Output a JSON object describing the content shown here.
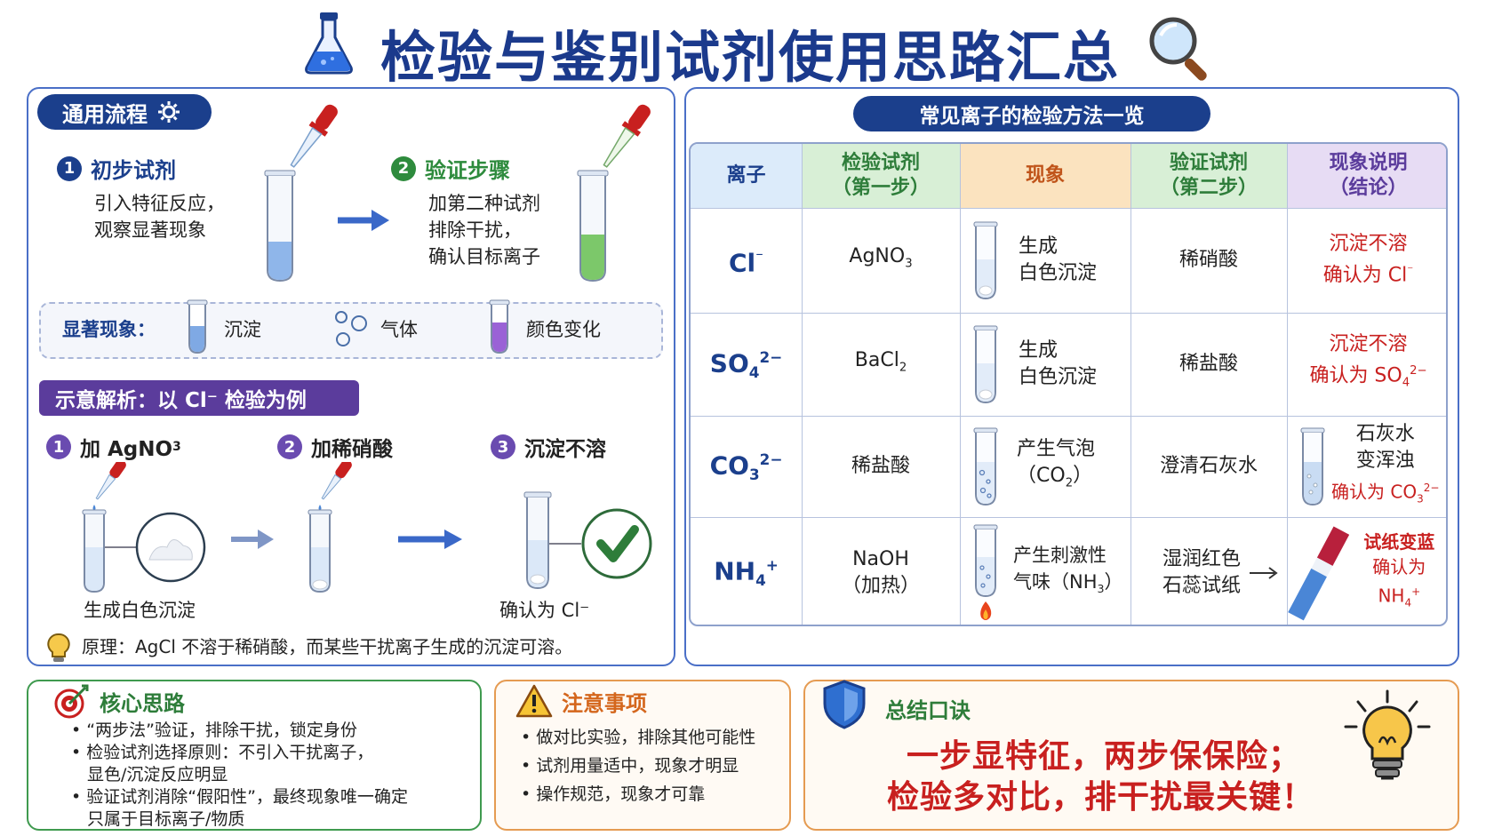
{
  "title": "检验与鉴别试剂使用思路汇总",
  "icons": {
    "flask": "flask-icon",
    "magnifier": "magnifier-icon",
    "gear": "gear-icon",
    "dropper": "dropper-icon",
    "test_tube": "test-tube-icon",
    "arrow": "arrow-right-icon",
    "bubbles": "bubbles-icon",
    "check": "check-circle-icon",
    "lightbulb": "lightbulb-icon",
    "target": "target-icon",
    "warning": "warning-icon",
    "shield": "shield-icon",
    "flame": "flame-icon",
    "litmus": "litmus-paper-icon"
  },
  "colors": {
    "primary": "#1b3f8c",
    "green": "#2e8b3d",
    "purple": "#5b3c9c",
    "red": "#c8201f",
    "orange": "#e59b52"
  },
  "general_flow": {
    "label": "通用流程",
    "step1": {
      "num": "1",
      "title": "初步试剂",
      "lines": [
        "引入特征反应，",
        "观察显著现象"
      ]
    },
    "step2": {
      "num": "2",
      "title": "验证步骤",
      "lines": [
        "加第二种试剂",
        "排除干扰，",
        "确认目标离子"
      ]
    },
    "phenomena": {
      "label": "显著现象：",
      "items": [
        "沉淀",
        "气体",
        "颜色变化"
      ]
    }
  },
  "example": {
    "label": "示意解析：以 Cl⁻ 检验为例",
    "step1": {
      "num": "1",
      "prefix": "加 AgNO",
      "sub": "3"
    },
    "step2": {
      "num": "2",
      "text": "加稀硝酸"
    },
    "step3": {
      "num": "3",
      "text": "沉淀不溶"
    },
    "caption1": "生成白色沉淀",
    "caption2": "确认为 Cl⁻",
    "principle": "原理：AgCl 不溶于稀硝酸，而某些干扰离子生成的沉淀可溶。"
  },
  "table": {
    "title": "常见离子的检验方法一览",
    "headers": [
      {
        "line1": "离子",
        "line2": ""
      },
      {
        "line1": "检验试剂",
        "line2": "（第一步）"
      },
      {
        "line1": "现象",
        "line2": ""
      },
      {
        "line1": "验证试剂",
        "line2": "（第二步）"
      },
      {
        "line1": "现象说明",
        "line2": "（结论）"
      }
    ],
    "rows": [
      {
        "ion": {
          "base": "Cl",
          "sup": "⁻",
          "sub": ""
        },
        "reagent1": {
          "l1_base": "AgNO",
          "l1_sub": "3",
          "l2": ""
        },
        "phenomenon": {
          "l1": "生成",
          "l2_base": "白色沉淀",
          "l2_sub": "",
          "l2_tail": ""
        },
        "reagent2": {
          "l1": "稀硝酸",
          "l2": ""
        },
        "conclusion": {
          "pre": "",
          "l1": "沉淀不溶",
          "l2_base": "确认为 Cl",
          "l2_sub": "",
          "l2_sup": "⁻"
        }
      },
      {
        "ion": {
          "base": "SO",
          "sub": "4",
          "sup": "2−"
        },
        "reagent1": {
          "l1_base": "BaCl",
          "l1_sub": "2",
          "l2": ""
        },
        "phenomenon": {
          "l1": "生成",
          "l2_base": "白色沉淀",
          "l2_sub": "",
          "l2_tail": ""
        },
        "reagent2": {
          "l1": "稀盐酸",
          "l2": ""
        },
        "conclusion": {
          "pre": "",
          "l1": "沉淀不溶",
          "l2_base": "确认为 SO",
          "l2_sub": "4",
          "l2_sup": "2−"
        }
      },
      {
        "ion": {
          "base": "CO",
          "sub": "3",
          "sup": "2−"
        },
        "reagent1": {
          "l1_base": "稀盐酸",
          "l1_sub": "",
          "l2": ""
        },
        "phenomenon": {
          "l1": "产生气泡",
          "l2_base": "（CO",
          "l2_sub": "2",
          "l2_tail": "）"
        },
        "reagent2": {
          "l1": "澄清石灰水",
          "l2": ""
        },
        "conclusion": {
          "pre": "石灰水",
          "l1": "变浑浊",
          "l2_base": "确认为 CO",
          "l2_sub": "3",
          "l2_sup": "2−"
        }
      },
      {
        "ion": {
          "base": "NH",
          "sub": "4",
          "sup": "+"
        },
        "reagent1": {
          "l1_base": "NaOH",
          "l1_sub": "",
          "l2": "（加热）"
        },
        "phenomenon": {
          "l1": "产生刺激性",
          "l2_base": "气味（NH",
          "l2_sub": "3",
          "l2_tail": "）"
        },
        "reagent2": {
          "l1": "湿润红色",
          "l2": "石蕊试纸"
        },
        "conclusion": {
          "pre": "",
          "l1": "试纸变蓝",
          "l2_base": "确认为 NH",
          "l2_sub": "4",
          "l2_sup": "+"
        }
      }
    ]
  },
  "core": {
    "title": "核心思路",
    "bullets": [
      "“两步法”验证，排除干扰，锁定身份",
      "检验试剂选择原则：不引入干扰离子，",
      "显色/沉淀反应明显",
      "验证试剂消除“假阳性”，最终现象唯一确定",
      "只属于目标离子/物质"
    ]
  },
  "notes": {
    "title": "注意事项",
    "bullets": [
      "做对比实验，排除其他可能性",
      "试剂用量适中，现象才明显",
      "操作规范，现象才可靠"
    ]
  },
  "summary": {
    "title": "总结口诀",
    "line1": "一步显特征，两步保保险；",
    "line2": "检验多对比，排干扰最关键！"
  }
}
